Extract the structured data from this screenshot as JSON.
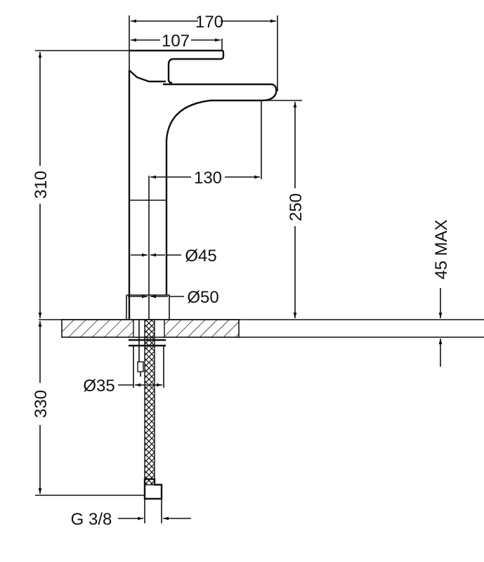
{
  "title": "Faucet technical drawing",
  "dimensions": {
    "overall_reach": "170",
    "handle_length": "107",
    "spout_reach": "130",
    "total_height": "310",
    "spout_height": "250",
    "body_diameter": "Ø45",
    "base_diameter": "Ø50",
    "hole_diameter": "Ø35",
    "below_counter_length": "330",
    "max_counter_thickness": "45 MAX",
    "connection": "G 3/8"
  },
  "colors": {
    "line": "#111111",
    "background": "#ffffff"
  }
}
